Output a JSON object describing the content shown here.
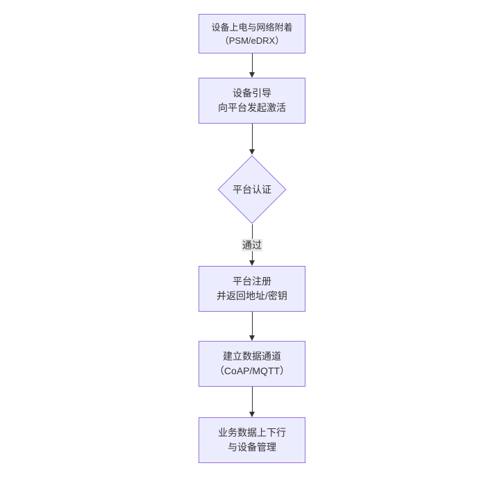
{
  "diagram": {
    "type": "flowchart",
    "direction": "top-down",
    "nodes": {
      "power_attach": {
        "shape": "rect",
        "line1": "设备上电与网络附着",
        "line2": "（PSM/eDRX）"
      },
      "bootstrap": {
        "shape": "rect",
        "line1": "设备引导",
        "line2": "向平台发起激活"
      },
      "auth": {
        "shape": "diamond",
        "line1": "平台认证"
      },
      "register": {
        "shape": "rect",
        "line1": "平台注册",
        "line2": "并返回地址/密钥"
      },
      "channel": {
        "shape": "rect",
        "line1": "建立数据通道",
        "line2": "（CoAP/MQTT）"
      },
      "business": {
        "shape": "rect",
        "line1": "业务数据上下行",
        "line2": "与设备管理"
      }
    },
    "edges": {
      "auth_to_register_label": "通过"
    },
    "colors": {
      "node_fill": "#ECECFF",
      "node_border": "#9370DB",
      "text": "#333333",
      "arrow": "#333333",
      "edge_label_bg": "#e8e8e8",
      "background": "#ffffff"
    }
  }
}
